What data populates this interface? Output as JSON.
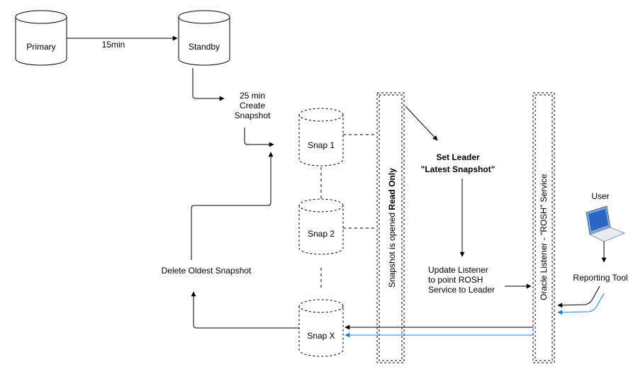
{
  "nodes": {
    "primary": "Primary",
    "standby": "Standby",
    "snap1": "Snap 1",
    "snap2": "Snap 2",
    "snapx": "Snap X",
    "user": "User",
    "reporting_tool": "Reporting Tool"
  },
  "edges": {
    "replication": "15min",
    "create_snapshot": [
      "25 min",
      "Create",
      "Snapshot"
    ],
    "delete_oldest": "Delete Oldest Snapshot",
    "set_leader": [
      "Set Leader",
      "\"Latest Snapshot\""
    ],
    "update_listener": [
      "Update Listener",
      "to point ROSH",
      "Service to Leader"
    ]
  },
  "lanes": {
    "read_only_prefix": "Snapshot is opened ",
    "read_only_bold": "Read Only",
    "listener": "Oracle Listener  -  \"ROSH\"   Service"
  },
  "colors": {
    "line": "#000000",
    "blue_flow": "#1E7BE0"
  }
}
